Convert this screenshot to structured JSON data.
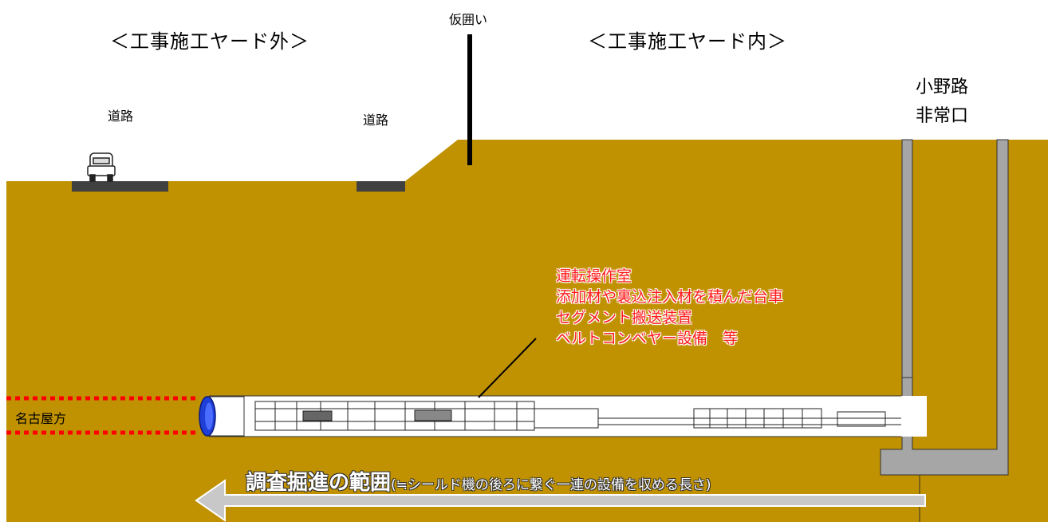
{
  "headings": {
    "outside": "＜工事施工ヤード外＞",
    "inside": "＜工事施工ヤード内＞"
  },
  "labels": {
    "fence": "仮囲い",
    "road_1": "道路",
    "road_2": "道路",
    "portal_line1": "小野路",
    "portal_line2": "非常口",
    "direction": "名古屋方"
  },
  "equipment_list": [
    "運転操作室",
    "添加材や裏込注入材を積んだ台車",
    "セグメント搬送装置",
    "ベルトコンベヤー設備　等"
  ],
  "range": {
    "main": "調査掘進の範囲",
    "sub": "(≒シールド機の後ろに繋ぐ一連の設備を収める長さ)"
  },
  "colors": {
    "ground": "#c09100",
    "shaft": "#a6a6a6",
    "road": "#404040",
    "dotted_line": "#ff0000",
    "equipment_text": "#ff1a1a",
    "shield_face": "#1f3fd6",
    "arrow": "#c8c8c8"
  },
  "icons": [
    "car-icon",
    "arrow-left-icon",
    "shield-machine-icon"
  ]
}
